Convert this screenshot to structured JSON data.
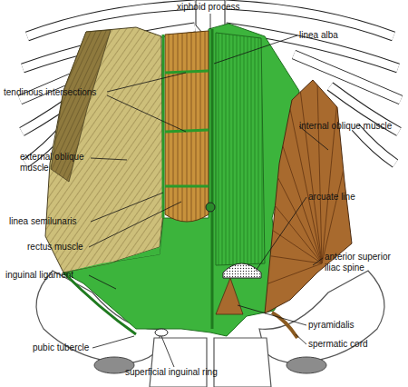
{
  "diagram": {
    "labels": [
      "xiphoid process",
      "linea alba",
      "tendinous intersections",
      "internal oblique muscle",
      "external oblique muscle",
      "arcuate line",
      "linea semilunaris",
      "rectus muscle",
      "anterior superior iliac spine",
      "inguinal ligament",
      "pyramidalis",
      "spermatic cord",
      "pubic tubercle",
      "superficial inguinal ring"
    ]
  }
}
